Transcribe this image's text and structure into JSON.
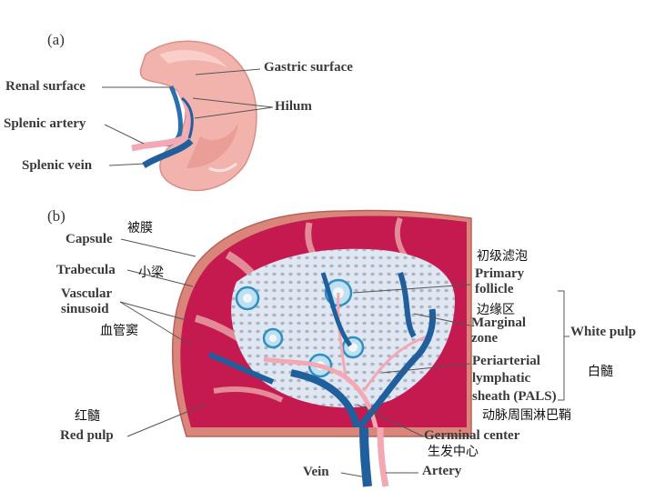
{
  "panel_a": {
    "tag": "(a)",
    "labels": {
      "gastric_surface": "Gastric surface",
      "renal_surface": "Renal surface",
      "hilum": "Hilum",
      "splenic_artery": "Splenic artery",
      "splenic_vein": "Splenic vein"
    }
  },
  "panel_b": {
    "tag": "(b)",
    "labels": {
      "capsule": "Capsule",
      "trabecula": "Trabecula",
      "vascular_sinusoid_1": "Vascular",
      "vascular_sinusoid_2": "sinusoid",
      "red_pulp": "Red pulp",
      "primary_follicle_1": "Primary",
      "primary_follicle_2": "follicle",
      "marginal_zone_1": "Marginal",
      "marginal_zone_2": "zone",
      "white_pulp": "White pulp",
      "pals_1": "Periarterial",
      "pals_2": "lymphatic",
      "pals_3": "sheath (PALS)",
      "germinal_center": "Germinal center",
      "vein": "Vein",
      "artery": "Artery"
    },
    "chinese": {
      "capsule": "被膜",
      "trabecula": "小梁",
      "sinusoid": "血管窦",
      "red_pulp": "红髓",
      "primary_follicle": "初级滤泡",
      "marginal_zone": "边缘区",
      "white_pulp": "白髓",
      "pals": "动脉周围淋巴鞘",
      "germinal_center": "生发中心"
    }
  },
  "colors": {
    "spleen_surface": "#f2b3ad",
    "spleen_shadow": "#e58f8a",
    "red_pulp": "#c41a4f",
    "capsule": "#d9857a",
    "white_pulp": "#dfe8f2",
    "vein": "#1f5f9e",
    "artery": "#f4a8b4",
    "leader": "#555555"
  }
}
